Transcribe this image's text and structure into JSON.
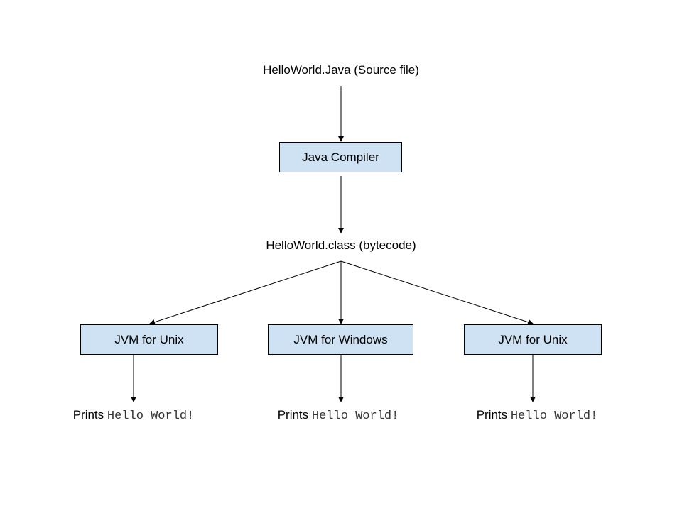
{
  "diagram": {
    "source_file": "HelloWorld.Java (Source file)",
    "compiler": "Java Compiler",
    "bytecode": "HelloWorld.class (bytecode)",
    "jvms": [
      {
        "label": "JVM for Unix"
      },
      {
        "label": "JVM for Windows"
      },
      {
        "label": "JVM for Unix"
      }
    ],
    "outputs": [
      {
        "prefix": "Prints",
        "code": "Hello World!"
      },
      {
        "prefix": "Prints",
        "code": "Hello World!"
      },
      {
        "prefix": "Prints",
        "code": "Hello World!"
      }
    ]
  },
  "colors": {
    "box_fill": "#cfe2f3",
    "stroke": "#000000"
  }
}
